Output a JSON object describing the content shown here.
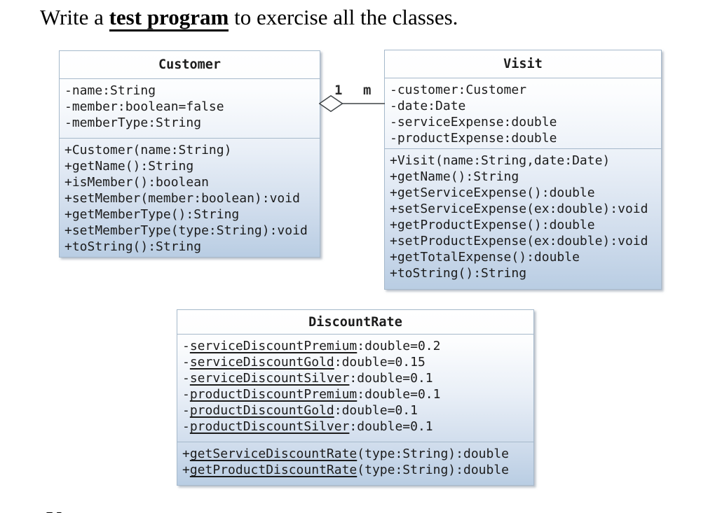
{
  "heading": {
    "pre": "Write a ",
    "emphasis": "test program",
    "post": " to exercise all the classes."
  },
  "association": {
    "type": "aggregation",
    "diamond_end": "Customer",
    "multiplicity_customer": "1",
    "multiplicity_visit": "m"
  },
  "classes": [
    {
      "name": "Customer",
      "attributes": [
        [
          {
            "t": "-name:String"
          }
        ],
        [
          {
            "t": "-member:boolean=false"
          }
        ],
        [
          {
            "t": "-memberType:String"
          }
        ]
      ],
      "methods": [
        [
          {
            "t": "+Customer(name:String)"
          }
        ],
        [
          {
            "t": "+getName():String"
          }
        ],
        [
          {
            "t": "+isMember():boolean"
          }
        ],
        [
          {
            "t": "+setMember(member:boolean):void"
          }
        ],
        [
          {
            "t": "+getMemberType():String"
          }
        ],
        [
          {
            "t": "+setMemberType(type:String):void"
          }
        ],
        [
          {
            "t": "+toString():String"
          }
        ]
      ]
    },
    {
      "name": "Visit",
      "attributes": [
        [
          {
            "t": "-customer:Customer"
          }
        ],
        [
          {
            "t": "-date:Date"
          }
        ],
        [
          {
            "t": "-serviceExpense:double"
          }
        ],
        [
          {
            "t": "-productExpense:double"
          }
        ]
      ],
      "methods": [
        [
          {
            "t": "+Visit(name:String,date:Date)"
          }
        ],
        [
          {
            "t": "+getName():String"
          }
        ],
        [
          {
            "t": "+getServiceExpense():double"
          }
        ],
        [
          {
            "t": "+setServiceExpense(ex:double):void"
          }
        ],
        [
          {
            "t": "+getProductExpense():double"
          }
        ],
        [
          {
            "t": "+setProductExpense(ex:double):void"
          }
        ],
        [
          {
            "t": "+getTotalExpense():double"
          }
        ],
        [
          {
            "t": "+toString():String"
          }
        ]
      ]
    },
    {
      "name": "DiscountRate",
      "attributes": [
        [
          {
            "t": "-"
          },
          {
            "t": "serviceDiscountPremium",
            "u": true
          },
          {
            "t": ":double=0.2"
          }
        ],
        [
          {
            "t": "-"
          },
          {
            "t": "serviceDiscountGold",
            "u": true
          },
          {
            "t": ":double=0.15"
          }
        ],
        [
          {
            "t": "-"
          },
          {
            "t": "serviceDiscountSilver",
            "u": true
          },
          {
            "t": ":double=0.1"
          }
        ],
        [
          {
            "t": "-"
          },
          {
            "t": "productDiscountPremium",
            "u": true
          },
          {
            "t": ":double=0.1"
          }
        ],
        [
          {
            "t": "-"
          },
          {
            "t": "productDiscountGold",
            "u": true
          },
          {
            "t": ":double=0.1"
          }
        ],
        [
          {
            "t": "-"
          },
          {
            "t": "productDiscountSilver",
            "u": true
          },
          {
            "t": ":double=0.1"
          }
        ]
      ],
      "methods": [
        [
          {
            "t": "+"
          },
          {
            "t": "getServiceDiscountRate",
            "u": true
          },
          {
            "t": "(type:String):double"
          }
        ],
        [
          {
            "t": "+"
          },
          {
            "t": "getProductDiscountRate",
            "u": true
          },
          {
            "t": "(type:String):double"
          }
        ]
      ]
    }
  ],
  "clipped_bottom_text": "You",
  "colors": {
    "box_fill_top": "#ffffff",
    "box_fill_bottom": "#b9cde3",
    "box_border": "#a6b9cb",
    "line": "#3f4447",
    "text": "#1c1c1c"
  }
}
